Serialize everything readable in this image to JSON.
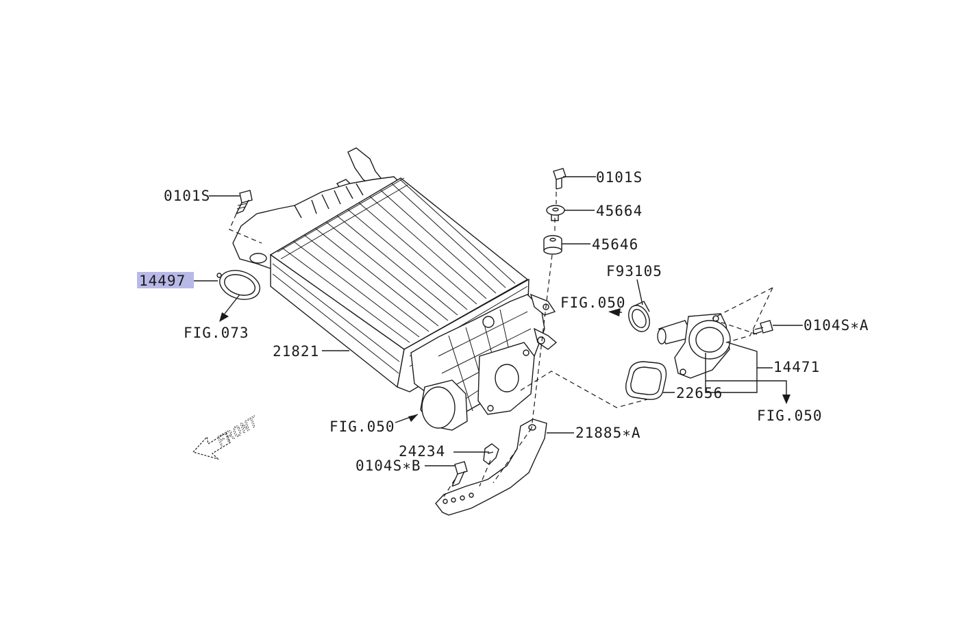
{
  "diagram": {
    "parts": [
      {
        "id": "p0101s_top",
        "label": "0101S"
      },
      {
        "id": "p45664",
        "label": "45664"
      },
      {
        "id": "p45646",
        "label": "45646"
      },
      {
        "id": "pf93105",
        "label": "F93105"
      },
      {
        "id": "pfig050_a",
        "label": "FIG.050"
      },
      {
        "id": "p0104sa",
        "label": "0104S∗A"
      },
      {
        "id": "p14471",
        "label": "14471"
      },
      {
        "id": "p22656",
        "label": "22656"
      },
      {
        "id": "pfig050_b",
        "label": "FIG.050"
      },
      {
        "id": "p21885a",
        "label": "21885∗A"
      },
      {
        "id": "p24234",
        "label": "24234"
      },
      {
        "id": "p0104sb",
        "label": "0104S∗B"
      },
      {
        "id": "pfig050_c",
        "label": "FIG.050"
      },
      {
        "id": "p21821",
        "label": "21821"
      },
      {
        "id": "p0101s_left",
        "label": "0101S"
      },
      {
        "id": "p14497",
        "label": "14497"
      },
      {
        "id": "pfig073",
        "label": "FIG.073"
      }
    ],
    "front_label": "FRONT",
    "highlight_color": "#b9b9e8",
    "line_color": "#1a1a1a"
  }
}
